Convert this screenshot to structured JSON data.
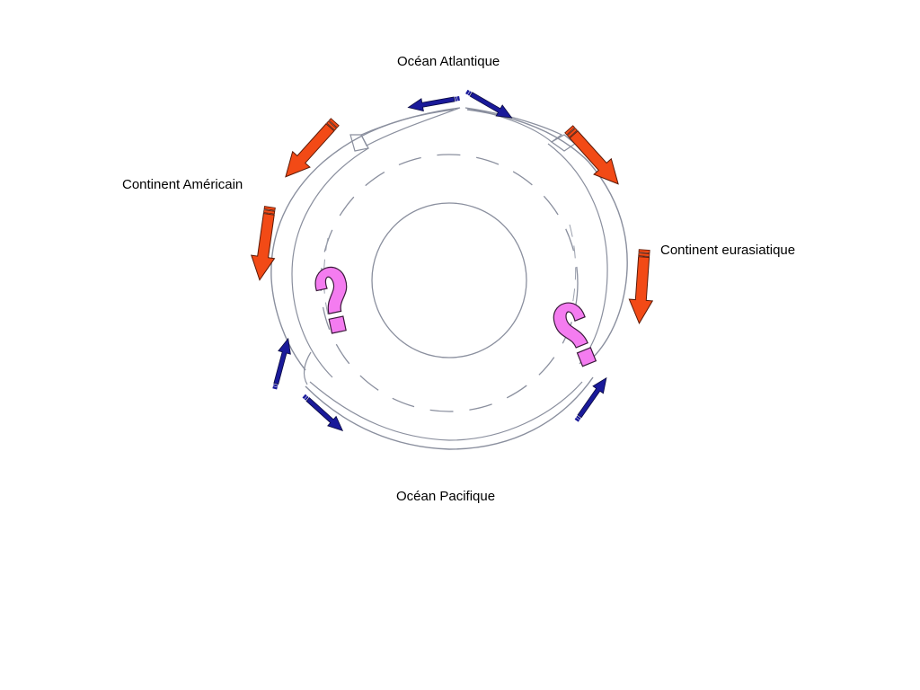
{
  "labels": {
    "top": "Océan Atlantique",
    "left": "Continent Américain",
    "right": "Continent eurasiatique",
    "bottom": "Océan Pacifique"
  },
  "icons": {
    "plate_motion": "red-arrow-icon",
    "ocean_motion": "blue-arrow-icon",
    "unknown": "question-mark-icon"
  },
  "colors": {
    "continent_arrow": "#f24a16",
    "ocean_arrow": "#1a1a9a",
    "question_mark": "#f47cf0",
    "outline": "#8a8f9e",
    "text": "#000000"
  }
}
